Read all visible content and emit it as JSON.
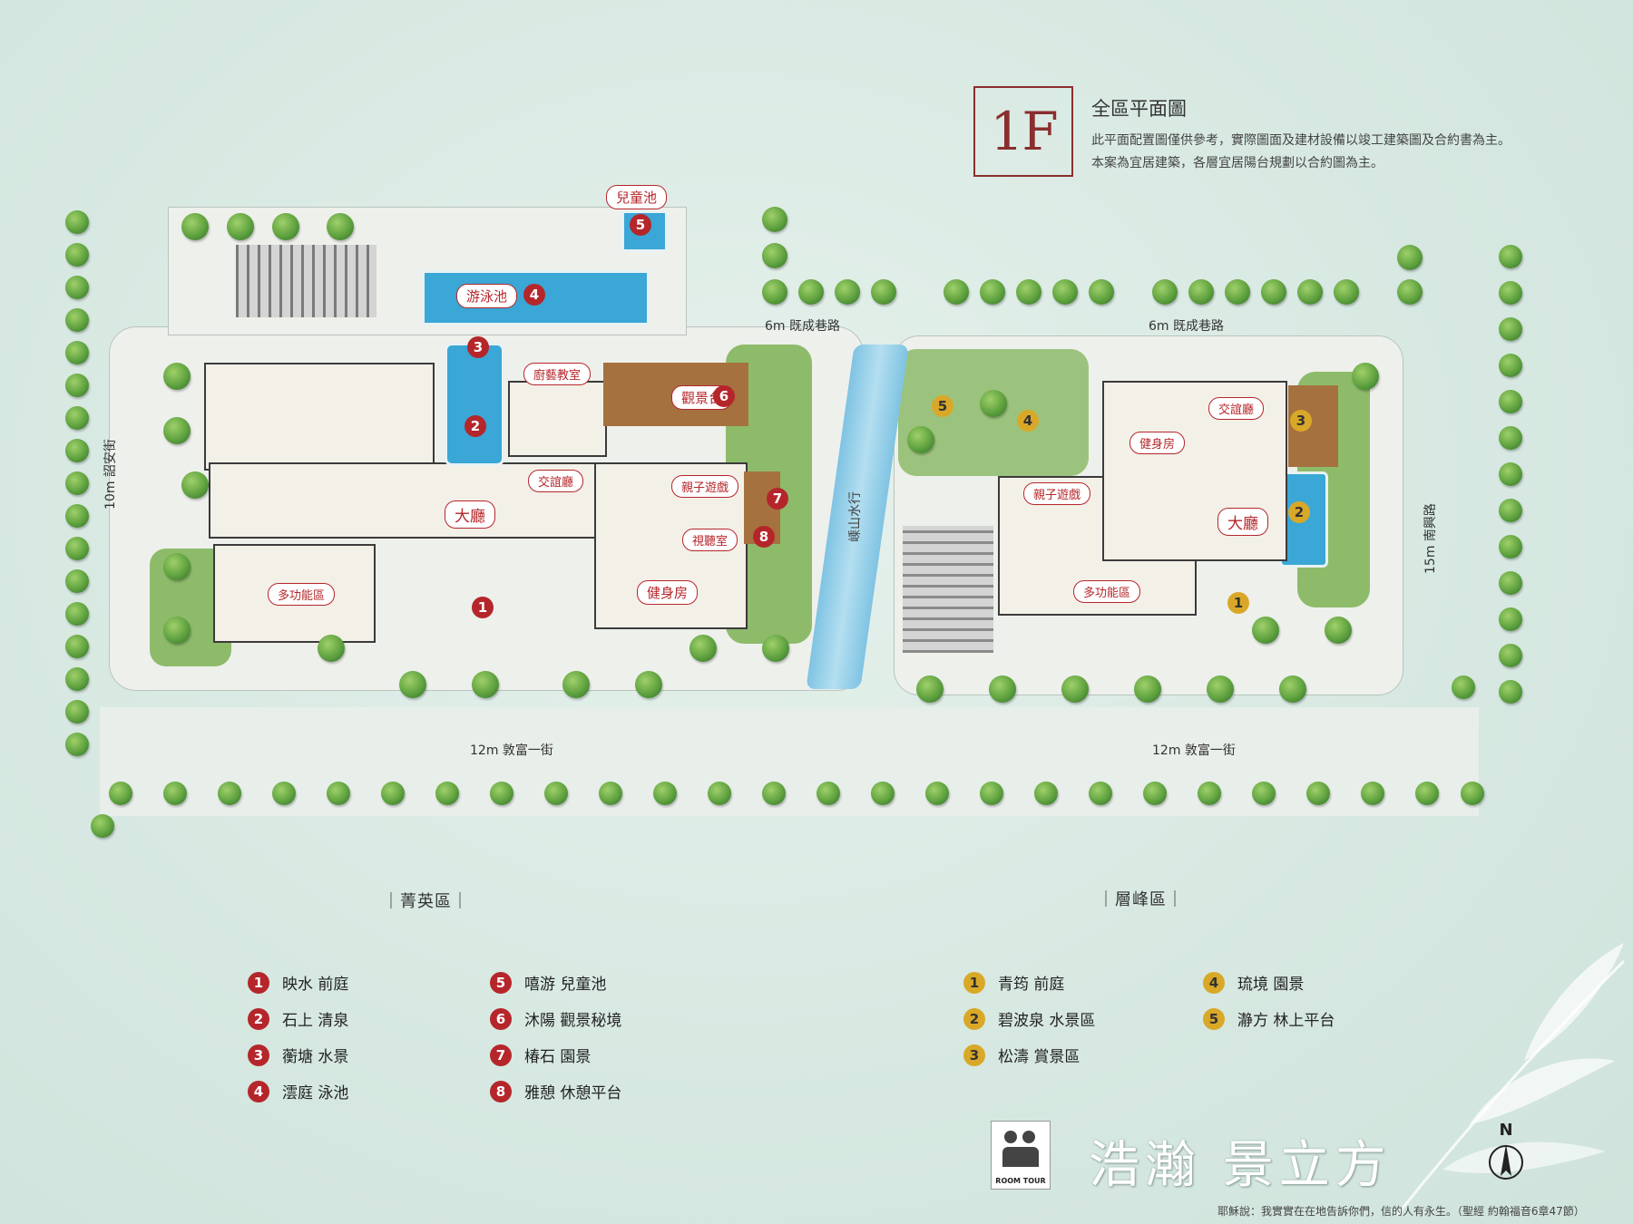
{
  "header": {
    "floor": "1F",
    "title": "全區平面圖",
    "note_1": "此平面配置圖僅供參考，實際圖面及建材設備以竣工建築圖及合約書為主。",
    "note_2": "本案為宜居建築，各層宜居陽台規劃以合約圖為主。"
  },
  "roads": {
    "north_left": "6m 既成巷路",
    "north_right": "6m 既成巷路",
    "south_left": "12m 敦富一街",
    "south_right": "12m 敦富一街",
    "west": "10m 詔安街",
    "east": "15m 南興路",
    "river": "嵊山水行"
  },
  "rooms": {
    "children_pool": "兒童池",
    "swimming_pool": "游泳池",
    "kitchen_class": "廚藝教室",
    "view_deck": "觀景台",
    "social_hall_w": "交誼廳",
    "kids_play_w": "親子遊戲",
    "av_room": "視聽室",
    "lobby_w": "大廳",
    "gym_w": "健身房",
    "multi_w": "多功能區",
    "social_hall_e": "交誼廳",
    "gym_e": "健身房",
    "kids_play_e": "親子遊戲",
    "lobby_e": "大廳",
    "multi_e": "多功能區"
  },
  "colors": {
    "west_zone": "#b5262b",
    "east_zone": "#d9a828",
    "accent": "#8a2e2e"
  },
  "legend": {
    "west_title": "｜菁英區｜",
    "east_title": "｜層峰區｜",
    "west": [
      {
        "num": "1",
        "name": "映水 前庭"
      },
      {
        "num": "2",
        "name": "石上 清泉"
      },
      {
        "num": "3",
        "name": "蘅塘 水景"
      },
      {
        "num": "4",
        "name": "澐庭 泳池"
      },
      {
        "num": "5",
        "name": "嘻游 兒童池"
      },
      {
        "num": "6",
        "name": "沐陽 觀景秘境"
      },
      {
        "num": "7",
        "name": "椿石 園景"
      },
      {
        "num": "8",
        "name": "雅憩 休憩平台"
      }
    ],
    "east": [
      {
        "num": "1",
        "name": "青筠 前庭"
      },
      {
        "num": "2",
        "name": "碧波泉 水景區"
      },
      {
        "num": "3",
        "name": "松濤 賞景區"
      },
      {
        "num": "4",
        "name": "琉境 園景"
      },
      {
        "num": "5",
        "name": "瀞方 林上平台"
      }
    ]
  },
  "branding": {
    "name": "浩瀚 景立方",
    "north": "N",
    "logo_text": "ROOM TOUR",
    "footer": "耶穌說：我實實在在地告訴你們，信的人有永生。（聖經 約翰福音6章47節）"
  }
}
